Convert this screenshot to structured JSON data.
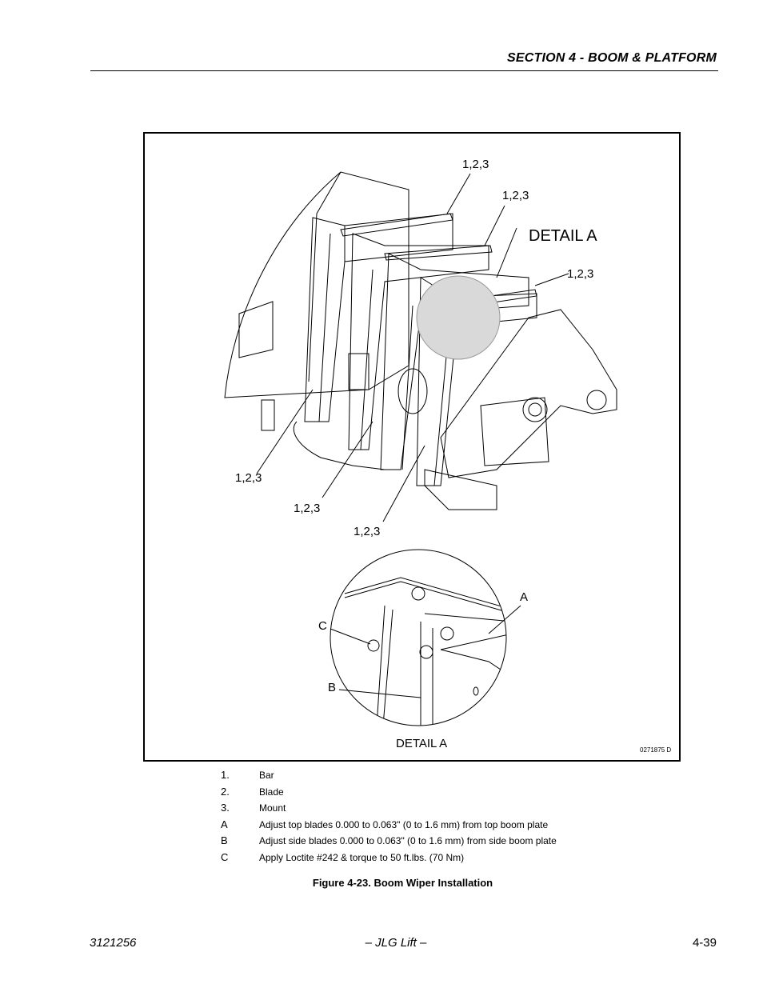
{
  "header": {
    "section_title": "SECTION 4 - BOOM & PLATFORM"
  },
  "figure": {
    "callouts": {
      "c1": "1,2,3",
      "c2": "1,2,3",
      "c3": "1,2,3",
      "c4": "1,2,3",
      "c5": "1,2,3",
      "c6": "1,2,3"
    },
    "detail_label_main": "DETAIL A",
    "detail_label_inset": "DETAIL A",
    "inset_letters": {
      "a": "A",
      "b": "B",
      "c": "C"
    },
    "drawing_number": "0271875 D"
  },
  "legend": [
    {
      "key": "1.",
      "text": "Bar"
    },
    {
      "key": "2.",
      "text": "Blade"
    },
    {
      "key": "3.",
      "text": "Mount"
    },
    {
      "key": "A",
      "text": "Adjust top blades 0.000 to 0.063\" (0 to 1.6 mm) from top boom plate"
    },
    {
      "key": "B",
      "text": "Adjust side blades 0.000 to 0.063\" (0 to 1.6 mm) from side boom plate"
    },
    {
      "key": "C",
      "text": "Apply Loctite #242 & torque to 50 ft.lbs. (70 Nm)"
    }
  ],
  "caption": "Figure 4-23.  Boom Wiper Installation",
  "footer": {
    "doc_number": "3121256",
    "publisher": "– JLG Lift –",
    "page_number": "4-39"
  }
}
